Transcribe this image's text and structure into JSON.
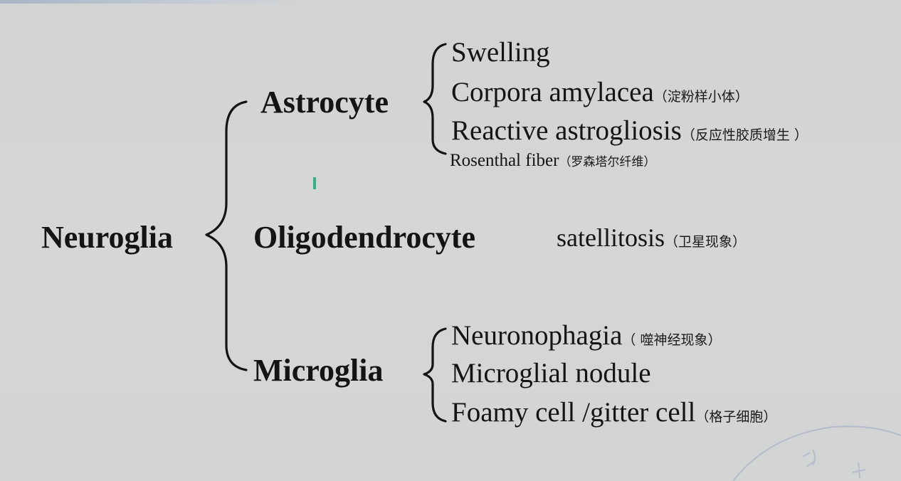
{
  "root": {
    "label": "Neuroglia"
  },
  "astrocyte": {
    "label": "Astrocyte",
    "items": [
      {
        "en": "Swelling",
        "cn": ""
      },
      {
        "en": "Corpora amylacea",
        "cn": "（淀粉样小体）"
      },
      {
        "en": "Reactive astrogliosis",
        "cn": "（反应性胶质增生 ）"
      },
      {
        "en": "Rosenthal fiber",
        "cn": "（罗森塔尔纤维）"
      }
    ]
  },
  "oligodendrocyte": {
    "label": "Oligodendrocyte",
    "item": {
      "en": "satellitosis",
      "cn": "（卫星现象）"
    }
  },
  "microglia": {
    "label": "Microglia",
    "items": [
      {
        "en": "Neuronophagia",
        "cn": "（ 噬神经现象）"
      },
      {
        "en": "Microglial nodule",
        "cn": ""
      },
      {
        "en": "Foamy cell /gitter cell",
        "cn": "（格子细胞）"
      }
    ]
  },
  "colors": {
    "background": "#d4d5d5",
    "text": "#141414",
    "cursor_mark": "#3dae84"
  }
}
